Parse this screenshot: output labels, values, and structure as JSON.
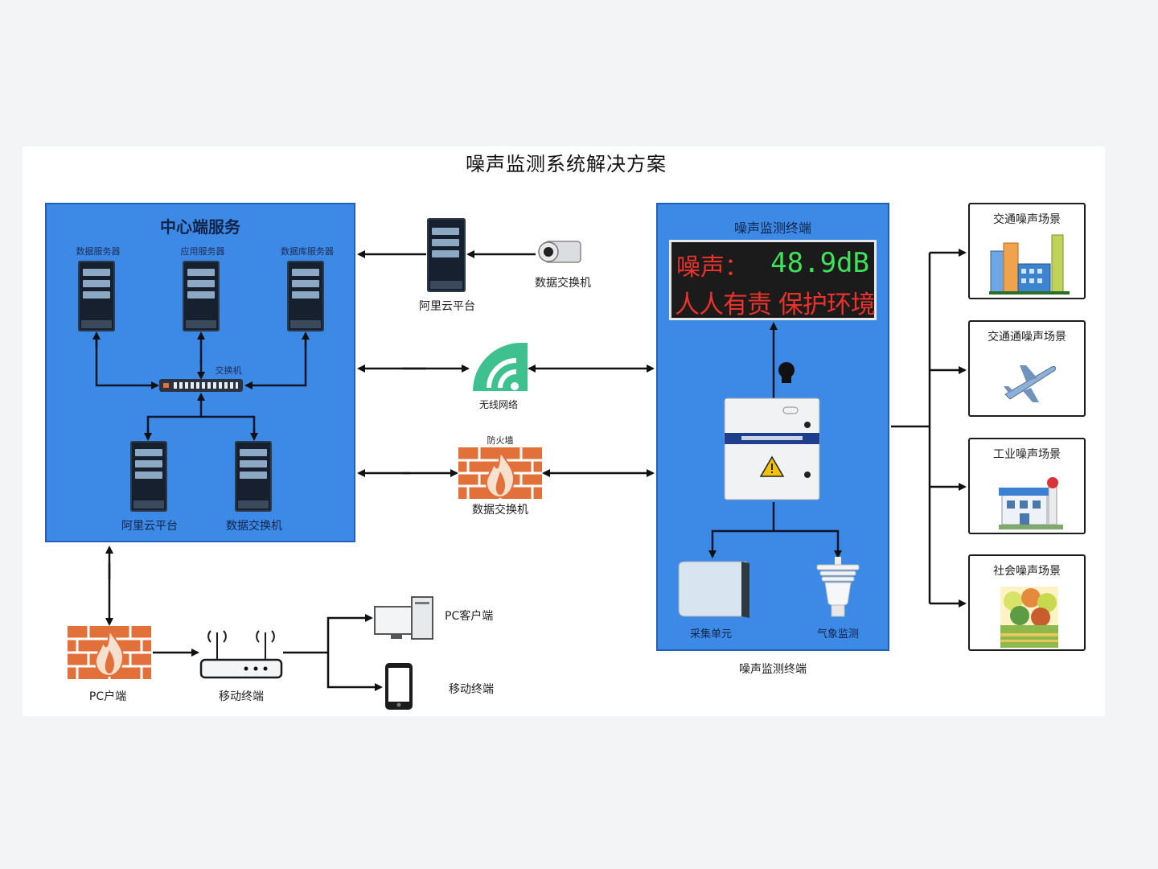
{
  "title": "噪声监测系统解决方案",
  "center_panel": {
    "title": "中心端服务",
    "server_labels": [
      "数据服务器",
      "应用服务器",
      "数据库服务器"
    ],
    "switch_label": "交换机",
    "bottom_servers": [
      "阿里云平台",
      "数据交换机"
    ]
  },
  "cloud": {
    "server_label": "阿里云平台",
    "camera_label": "数据交换机"
  },
  "network": {
    "wireless_label": "无线网络",
    "firewall_top_label": "防火墙",
    "firewall_label": "数据交换机"
  },
  "terminal_panel": {
    "title": "噪声监测终端",
    "led_line1_label": "噪声：",
    "led_value": "48.9dB",
    "led_line2": "人人有责 保护环境",
    "sensor_left_label": "采集单元",
    "sensor_right_label": "气象监测",
    "caption": "噪声监测终端"
  },
  "scenes": [
    {
      "label": "交通噪声场景",
      "icon": "city-buildings-icon"
    },
    {
      "label": "交通通噪声场景",
      "icon": "airplane-icon"
    },
    {
      "label": "工业噪声场景",
      "icon": "factory-icon"
    },
    {
      "label": "社会噪声场景",
      "icon": "park-icon"
    }
  ],
  "client": {
    "firewall_label": "PC户端",
    "router_label": "移动终端",
    "pc_label": "PC客户端",
    "mobile_label": "移动终端"
  },
  "colors": {
    "panel": "#3d8ae6",
    "led_red": "#e8322c",
    "led_green": "#3fe05a",
    "firewall": "#e2703a",
    "wireless": "#3ec08f"
  }
}
